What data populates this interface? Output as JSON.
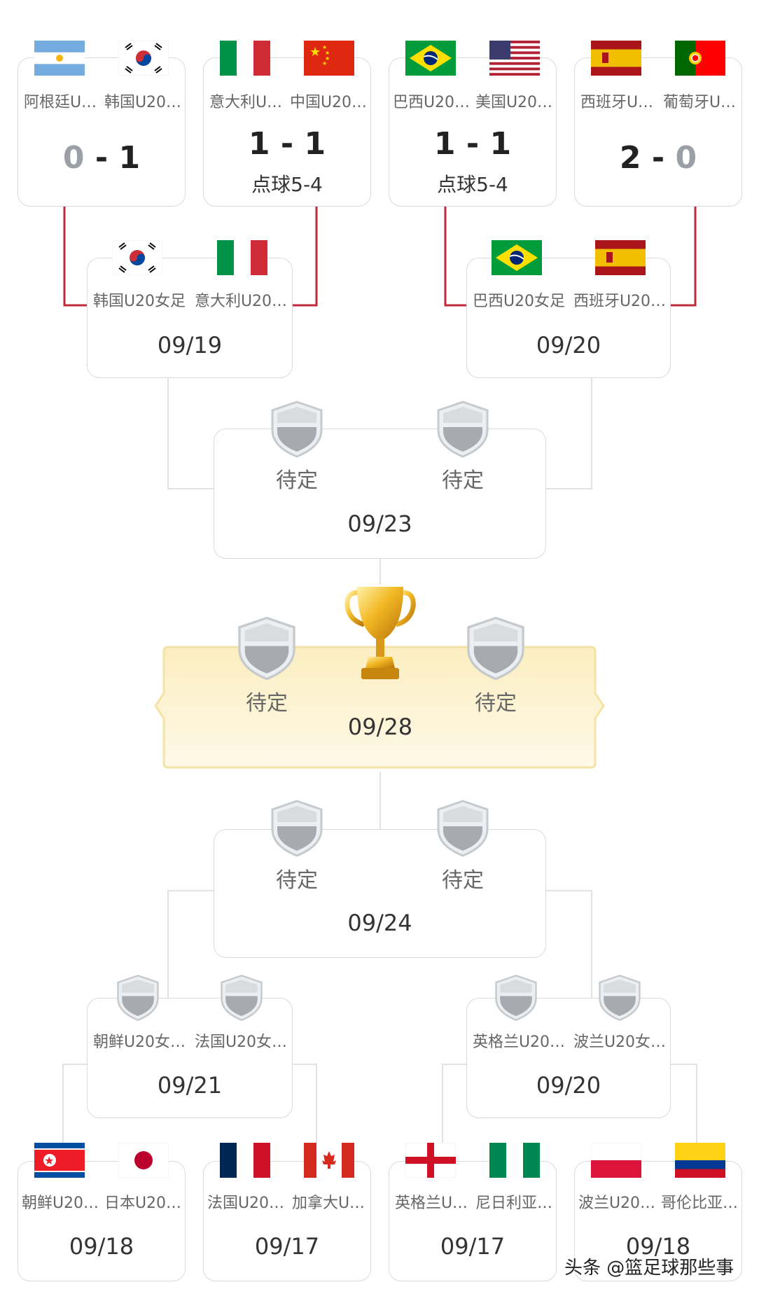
{
  "upper": {
    "r16": [
      {
        "team1": "阿根廷U…",
        "team2": "韩国U20…",
        "score1": "0",
        "score2": "1",
        "sep": "-",
        "winner": 2,
        "flag1": "argentina",
        "flag2": "korea"
      },
      {
        "team1": "意大利U…",
        "team2": "中国U20…",
        "score1": "1",
        "score2": "1",
        "sep": "-",
        "pen": "点球5-4",
        "winner": 0,
        "flag1": "italy",
        "flag2": "china"
      },
      {
        "team1": "巴西U20…",
        "team2": "美国U20…",
        "score1": "1",
        "score2": "1",
        "sep": "-",
        "pen": "点球5-4",
        "winner": 0,
        "flag1": "brazil",
        "flag2": "usa"
      },
      {
        "team1": "西班牙U…",
        "team2": "葡萄牙U…",
        "score1": "2",
        "score2": "0",
        "sep": "-",
        "winner": 1,
        "flag1": "spain",
        "flag2": "portugal"
      }
    ],
    "qf": [
      {
        "team1": "韩国U20女足",
        "team2": "意大利U20…",
        "date": "09/19",
        "flag1": "korea",
        "flag2": "italy"
      },
      {
        "team1": "巴西U20女足",
        "team2": "西班牙U20…",
        "date": "09/20",
        "flag1": "brazil",
        "flag2": "spain"
      }
    ],
    "sf": {
      "team1": "待定",
      "team2": "待定",
      "date": "09/23"
    }
  },
  "final": {
    "team1": "待定",
    "team2": "待定",
    "date": "09/28"
  },
  "lower": {
    "sf": {
      "team1": "待定",
      "team2": "待定",
      "date": "09/24"
    },
    "qf": [
      {
        "team1": "朝鲜U20女…",
        "team2": "法国U20女…",
        "date": "09/21"
      },
      {
        "team1": "英格兰U20…",
        "team2": "波兰U20女…",
        "date": "09/20"
      }
    ],
    "r16": [
      {
        "team1": "朝鲜U20…",
        "team2": "日本U20…",
        "date": "09/18",
        "flag1": "northkorea",
        "flag2": "japan"
      },
      {
        "team1": "法国U20…",
        "team2": "加拿大U…",
        "date": "09/17",
        "flag1": "france",
        "flag2": "canada"
      },
      {
        "team1": "英格兰U…",
        "team2": "尼日利亚…",
        "date": "09/17",
        "flag1": "england",
        "flag2": "nigeria"
      },
      {
        "team1": "波兰U20…",
        "team2": "哥伦比亚…",
        "date": "09/18",
        "flag1": "poland",
        "flag2": "colombia"
      }
    ]
  },
  "watermark": "头条 @篮足球那些事",
  "colors": {
    "advance_line": "#c0283c",
    "line": "#e2e2e2",
    "lose_score": "#9aa0a6",
    "final_bg": "#fdf3c9"
  }
}
